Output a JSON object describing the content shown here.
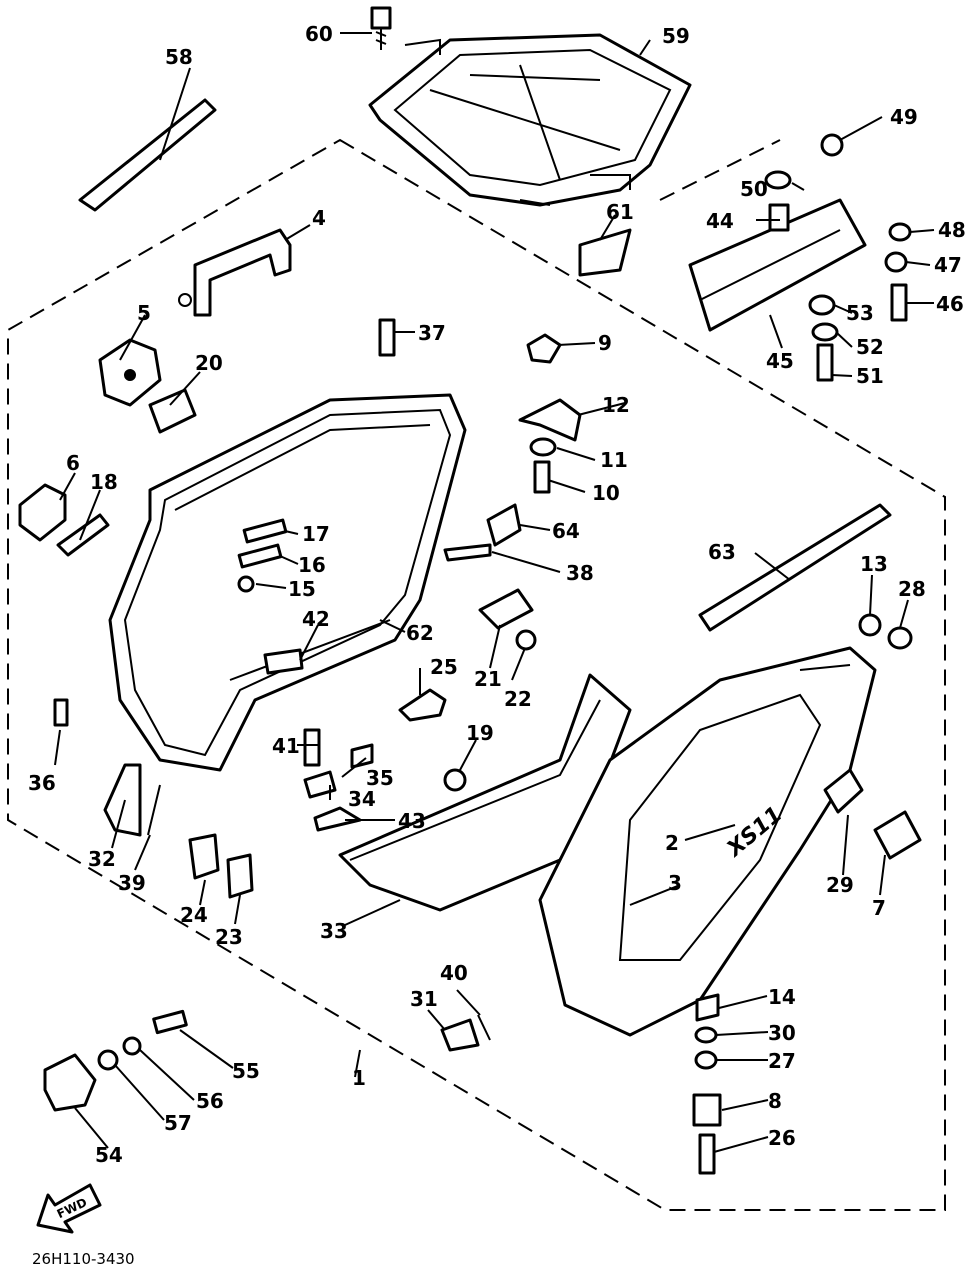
{
  "diagram_code": "26H110-3430",
  "arrow_label": "FWD",
  "emblem_text": "XS11",
  "part_numbers": [
    "60",
    "59",
    "58",
    "4",
    "5",
    "20",
    "6",
    "18",
    "17",
    "16",
    "15",
    "42",
    "62",
    "36",
    "32",
    "39",
    "24",
    "23",
    "33",
    "41",
    "35",
    "34",
    "43",
    "19",
    "25",
    "21",
    "22",
    "37",
    "9",
    "12",
    "11",
    "10",
    "64",
    "38",
    "61",
    "49",
    "50",
    "44",
    "48",
    "47",
    "46",
    "53",
    "45",
    "52",
    "51",
    "63",
    "13",
    "28",
    "2",
    "3",
    "29",
    "7",
    "40",
    "31",
    "14",
    "30",
    "27",
    "8",
    "26",
    "55",
    "56",
    "57",
    "54",
    "1"
  ]
}
